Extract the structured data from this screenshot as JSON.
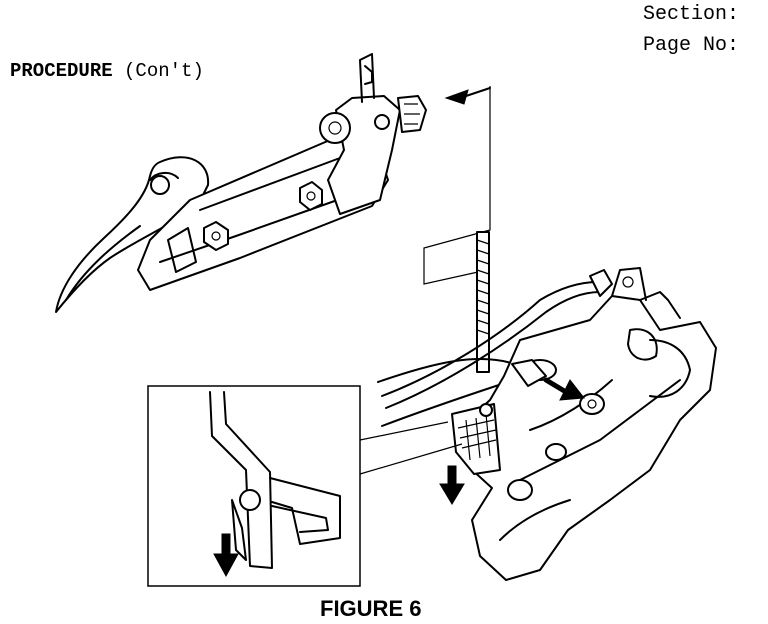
{
  "header": {
    "section_label": "Section:",
    "page_no_label": "Page No:"
  },
  "procedure": {
    "title_bold": "PROCEDURE",
    "title_rest": " (Con't)"
  },
  "figure": {
    "caption": "FIGURE 6"
  }
}
